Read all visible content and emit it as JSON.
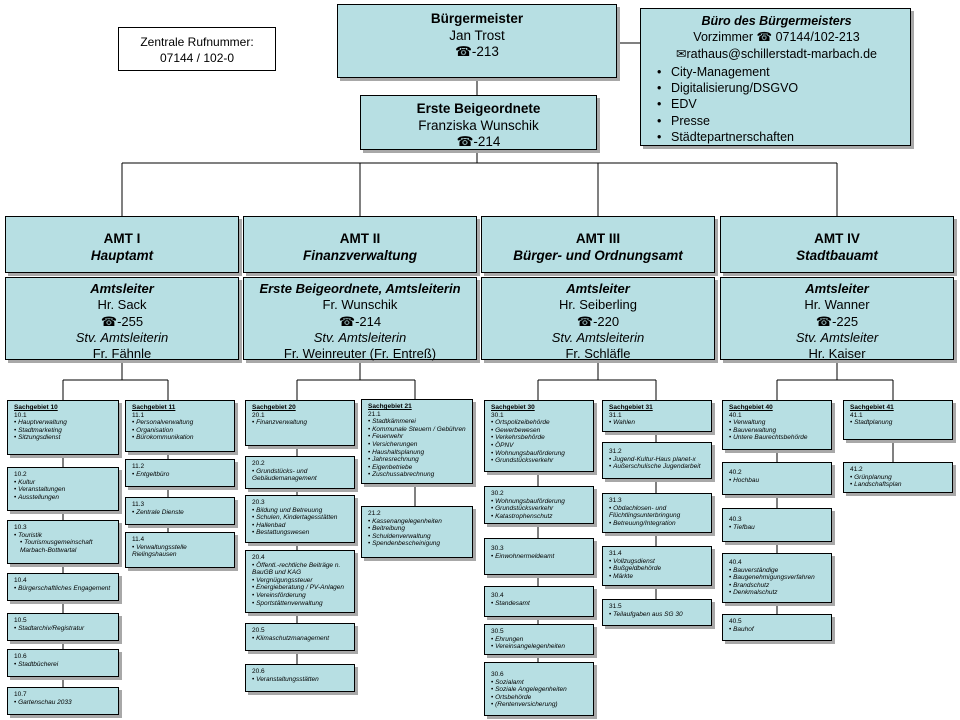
{
  "hotline": {
    "label": "Zentrale Rufnummer:",
    "number": "07144 / 102-0"
  },
  "mayor": {
    "title": "Bürgermeister",
    "name": "Jan Trost",
    "phone": "-213"
  },
  "buero": {
    "title": "Büro des Bürgermeisters",
    "vorzimmer": "Vorzimmer",
    "phone": "07144/102-213",
    "email": "rathaus@schillerstadt-marbach.de",
    "items": [
      "City-Management",
      "Digitalisierung/DSGVO",
      "EDV",
      "Presse",
      "Städtepartnerschaften"
    ]
  },
  "deputy": {
    "title": "Erste Beigeordnete",
    "name": "Franziska Wunschik",
    "phone": "-214"
  },
  "departments": [
    {
      "amt": "AMT I",
      "subtitle": "Hauptamt",
      "head_title": "Amtsleiter",
      "head_name": "Hr. Sack",
      "phone": "-255",
      "deputy_title": "Stv. Amtsleiterin",
      "deputy_name": "Fr. Fähnle"
    },
    {
      "amt": "AMT II",
      "subtitle": "Finanzverwaltung",
      "head_title": "Erste Beigeordnete, Amtsleiterin",
      "head_name": "Fr. Wunschik",
      "phone": "-214",
      "deputy_title": "Stv. Amtsleiterin",
      "deputy_name": "Fr. Weinreuter (Fr. Entreß)"
    },
    {
      "amt": "AMT III",
      "subtitle": "Bürger- und Ordnungsamt",
      "head_title": "Amtsleiter",
      "head_name": "Hr. Seiberling",
      "phone": "-220",
      "deputy_title": "Stv. Amtsleiterin",
      "deputy_name": "Fr. Schläfle"
    },
    {
      "amt": "AMT IV",
      "subtitle": "Stadtbauamt",
      "head_title": "Amtsleiter",
      "head_name": "Hr. Wanner",
      "phone": "-225",
      "deputy_title": "Stv. Amtsleiter",
      "deputy_name": "Hr. Kaiser"
    }
  ],
  "sachgebiete": {
    "sg10": {
      "title": "Sachgebiet 10",
      "number": "10.1",
      "items": [
        "Hauptverwaltung",
        "Stadtmarketing",
        "Sitzungsdienst"
      ]
    },
    "sg10_2": {
      "number": "10.2",
      "items": [
        "Kultur",
        "Veranstaltungen",
        "Ausstellungen"
      ]
    },
    "sg10_3": {
      "number": "10.3",
      "items": [
        "Touristik",
        "Tourismusgemeinschaft Marbach-Bottwartal"
      ]
    },
    "sg10_4": {
      "number": "10.4",
      "items": [
        "Bürgerschaftliches Engagement"
      ]
    },
    "sg10_5": {
      "number": "10.5",
      "items": [
        "Stadtarchiv/Registratur"
      ]
    },
    "sg10_6": {
      "number": "10.6",
      "items": [
        "Stadtbücherei"
      ]
    },
    "sg10_7": {
      "number": "10.7",
      "items": [
        "Gartenschau 2033"
      ]
    },
    "sg11": {
      "title": "Sachgebiet 11",
      "number": "11.1",
      "items": [
        "Personalverwaltung",
        "Organisation",
        "Bürokommunikation"
      ]
    },
    "sg11_2": {
      "number": "11.2",
      "items": [
        "Entgeltbüro"
      ]
    },
    "sg11_3": {
      "number": "11.3",
      "items": [
        "Zentrale Dienste"
      ]
    },
    "sg11_4": {
      "number": "11.4",
      "items": [
        "Verwaltungsstelle Rielingshausen"
      ]
    },
    "sg20": {
      "title": "Sachgebiet 20",
      "number": "20.1",
      "items": [
        "Finanzverwaltung"
      ]
    },
    "sg20_2": {
      "number": "20.2",
      "items": [
        "Grundstücks- und Gebäudemanagement"
      ]
    },
    "sg20_3": {
      "number": "20.3",
      "items": [
        "Bildung und Betreuung",
        "Schulen, Kindertagesstätten",
        "Hallenbad",
        "Bestattungswesen"
      ]
    },
    "sg20_4": {
      "number": "20.4",
      "items": [
        "Öffentl.-rechtliche Beiträge n. BauGB und KAG",
        "Vergnügungssteuer",
        "Energieberatung / PV-Anlagen",
        "Vereinsförderung",
        "Sportstättenverwaltung"
      ]
    },
    "sg20_5": {
      "number": "20.5",
      "items": [
        "Klimaschutzmanagement"
      ]
    },
    "sg20_6": {
      "number": "20.6",
      "items": [
        "Veranstaltungsstätten"
      ]
    },
    "sg21": {
      "title": "Sachgebiet 21",
      "number": "21.1",
      "items": [
        "Stadtkämmerei",
        "Kommunale Steuern / Gebühren",
        "Feuerwehr",
        "Versicherungen",
        "Haushaltsplanung",
        "Jahresrechnung",
        "Eigenbetriebe",
        "Zuschussabrechnung"
      ]
    },
    "sg21_2": {
      "number": "21.2",
      "items": [
        "Kassenangelegenheiten",
        "Beitreibung",
        "Schuldenverwaltung",
        "Spendenbescheinigung"
      ]
    },
    "sg30": {
      "title": "Sachgebiet 30",
      "number": "30.1",
      "items": [
        "Ortspolizeibehörde",
        "Gewerbewesen",
        "Verkehrsbehörde",
        "ÖPNV",
        "Wohnungsbauförderung",
        "Grundstücksverkehr"
      ]
    },
    "sg30_2": {
      "number": "30.2",
      "items": [
        "Wohnungsbauförderung",
        "Grundstücksverkehr",
        "Katastrophenschutz"
      ]
    },
    "sg30_3": {
      "number": "30.3",
      "items": [
        "Einwohnermeldeamt"
      ]
    },
    "sg30_4": {
      "number": "30.4",
      "items": [
        "Standesamt"
      ]
    },
    "sg30_5": {
      "number": "30.5",
      "items": [
        "Ehrungen",
        "Vereinsangelegenheiten"
      ]
    },
    "sg30_6": {
      "number": "30.6",
      "items": [
        "Sozialamt",
        "Soziale Angelegenheiten",
        "Ortsbehörde",
        "(Rentenversicherung)"
      ]
    },
    "sg31": {
      "title": "Sachgebiet 31",
      "number": "31.1",
      "items": [
        "Wahlen"
      ]
    },
    "sg31_2": {
      "number": "31.2",
      "items": [
        "Jugend-Kultur-Haus planet-x",
        "Außerschulische Jugendarbeit"
      ]
    },
    "sg31_3": {
      "number": "31.3",
      "items": [
        "Obdachlosen- und Flüchtlingsunterbringung",
        "Betreuung/Integration"
      ]
    },
    "sg31_4": {
      "number": "31.4",
      "items": [
        "Vollzugsdienst",
        "Bußgeldbehörde",
        "Märkte"
      ]
    },
    "sg31_5": {
      "number": "31.5",
      "items": [
        "Teilaufgaben aus SG 30"
      ]
    },
    "sg40": {
      "title": "Sachgebiet 40",
      "number": "40.1",
      "items": [
        "Verwaltung",
        "Bauverwaltung",
        "Untere Baurechtsbehörde"
      ]
    },
    "sg40_2": {
      "number": "40.2",
      "items": [
        "Hochbau"
      ]
    },
    "sg40_3": {
      "number": "40.3",
      "items": [
        "Tiefbau"
      ]
    },
    "sg40_4": {
      "number": "40.4",
      "items": [
        "Bauverständige",
        "Baugenehmigungsverfahren",
        "Brandschutz",
        "Denkmalschutz"
      ]
    },
    "sg40_5": {
      "number": "40.5",
      "items": [
        "Bauhof"
      ]
    },
    "sg41": {
      "title": "Sachgebiet 41",
      "number": "41.1",
      "items": [
        "Stadtplanung"
      ]
    },
    "sg41_2": {
      "number": "41.2",
      "items": [
        "Grünplanung",
        "Landschaftsplan"
      ]
    }
  },
  "icons": {
    "phone": "phone-icon",
    "email": "email-icon"
  },
  "colors": {
    "box_fill": "#b7dfe3",
    "border": "#000000",
    "shadow": "#a8a8a8"
  }
}
